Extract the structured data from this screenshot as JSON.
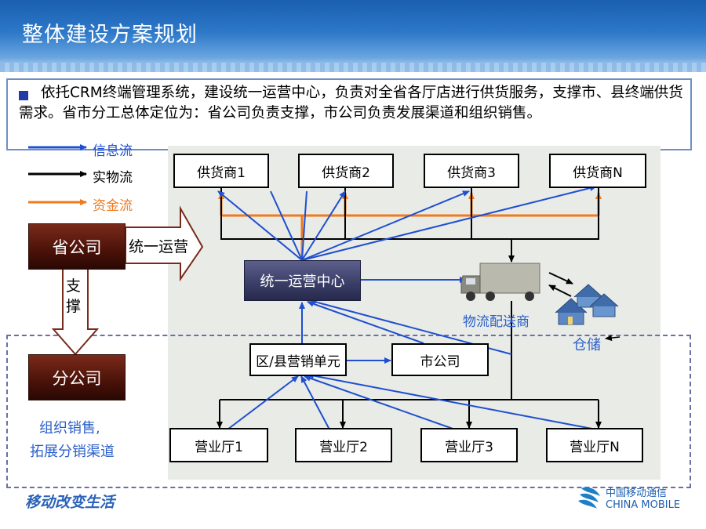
{
  "header": {
    "title": "整体建设方案规划"
  },
  "intro": {
    "text": "依托CRM终端管理系统，建设统一运营中心，负责对全省各厅店进行供货服务，支撑市、县终端供货需求。省市分工总体定位为：省公司负责支撑，市公司负责发展渠道和组织销售。"
  },
  "legend": {
    "info": "信息流",
    "goods": "实物流",
    "funds": "资金流",
    "colors": {
      "info": "#1f4fd0",
      "goods": "#000000",
      "funds": "#f07a1e"
    }
  },
  "left": {
    "province": "省公司",
    "ops_arrow": "统一运营",
    "support_arrow": "支撑",
    "branch": "分公司",
    "branch_role": [
      "组织销售,",
      "拓展分销渠道"
    ]
  },
  "suppliers": [
    "供货商1",
    "供货商2",
    "供货商3",
    "供货商N"
  ],
  "ops_center": "统一运营中心",
  "logistics": "物流配送商",
  "warehouse": "仓储",
  "county_unit": "区/县营销单元",
  "city_company": "市公司",
  "halls": [
    "营业厅1",
    "营业厅2",
    "营业厅3",
    "营业厅N"
  ],
  "footer": {
    "slogan": "移动改变生活",
    "brand_cn": "中国移动通信",
    "brand_en": "CHINA MOBILE"
  }
}
